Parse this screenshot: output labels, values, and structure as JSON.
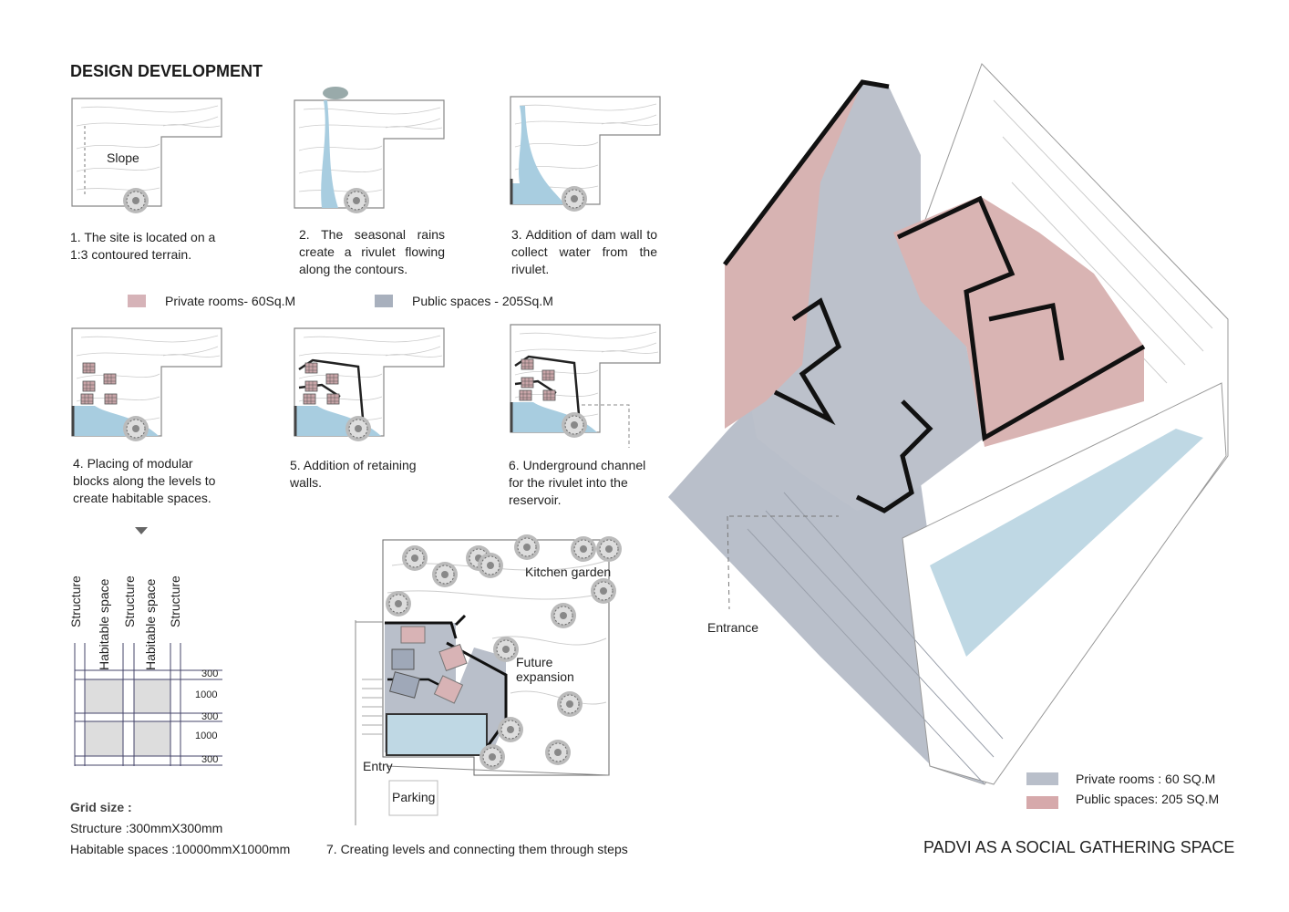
{
  "title": "DESIGN DEVELOPMENT",
  "steps": [
    {
      "label": "Slope",
      "caption": "1. The site is located on a 1:3 contoured terrain."
    },
    {
      "caption": "2.  The  seasonal  rains create a rivulet flowing along the contours."
    },
    {
      "caption": "3. Addition of  dam wall to  collect  water  from the rivulet."
    },
    {
      "caption": "4. Placing of modular blocks along the levels to create habitable spaces."
    },
    {
      "caption": "5.  Addition  of  retaining walls."
    },
    {
      "caption": "6. Underground channel for the rivulet  into the reservoir."
    },
    {
      "caption": "7. Creating levels and connecting them through steps"
    }
  ],
  "legend_top": {
    "private": "Private rooms- 60Sq.M",
    "public": "Public spaces - 205Sq.M"
  },
  "grid": {
    "columns": [
      "Structure",
      "Habitable space",
      "Structure",
      "Habitable space",
      "Structure"
    ],
    "dims": [
      "300",
      "1000",
      "300",
      "1000",
      "300"
    ],
    "title": "Grid size :",
    "structure": "Structure :300mmX300mm",
    "habitable": "Habitable spaces :10000mmX1000mm"
  },
  "plan": {
    "kitchen": "Kitchen garden",
    "future": "Future expansion",
    "entry": "Entry",
    "parking": "Parking"
  },
  "axo": {
    "entrance": "Entrance"
  },
  "legend_bottom": {
    "private": "Private rooms : 60 SQ.M",
    "public": "Public spaces: 205 SQ.M"
  },
  "footer_title": "PADVI AS  A SOCIAL GATHERING SPACE",
  "colors": {
    "pink": "#d9b1b1",
    "gray": "#b9bfca",
    "water": "#bfd8e4",
    "swatch_pink": "#d6b3b8",
    "swatch_gray": "#a8b0bd"
  }
}
